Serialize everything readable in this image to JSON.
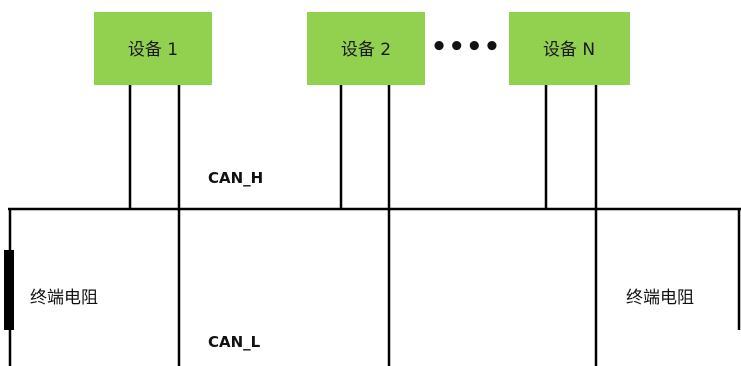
{
  "colors": {
    "device_fill": "#92d050",
    "line": "#000000",
    "text": "#111111"
  },
  "devices": [
    {
      "label": "设备 1"
    },
    {
      "label": "设备 2"
    },
    {
      "label": "设备 N"
    }
  ],
  "ellipsis": "••••",
  "bus": {
    "high_label": "CAN_H",
    "low_label": "CAN_L"
  },
  "terminators": {
    "left_label": "终端电阻",
    "right_label": "终端电阻"
  }
}
